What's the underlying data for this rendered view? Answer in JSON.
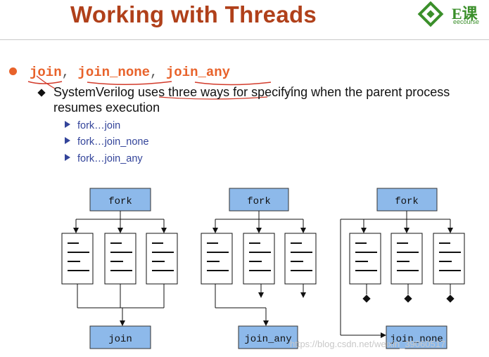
{
  "slide": {
    "title": "Working with Threads",
    "logo": {
      "main": "E课",
      "sub": "eecourse"
    },
    "heading": {
      "k1": "join",
      "k2": "join_none",
      "k3": "join_any",
      "sep": ", "
    },
    "description": "SystemVerilog uses three ways for specifying when the parent process resumes execution",
    "items": [
      "fork…join",
      "fork…join_none",
      "fork…join_any"
    ],
    "watermark": "https://blog.csdn.net/weixin_39060517"
  },
  "diagrams": [
    {
      "top": "fork",
      "bottom": "join"
    },
    {
      "top": "fork",
      "bottom": "join_any"
    },
    {
      "top": "fork",
      "bottom": "join_none"
    }
  ],
  "colors": {
    "title": "#b0401a",
    "accent": "#e8622a",
    "item": "#33449a",
    "box": "#8db9ea",
    "logo": "#3a8f2a"
  }
}
